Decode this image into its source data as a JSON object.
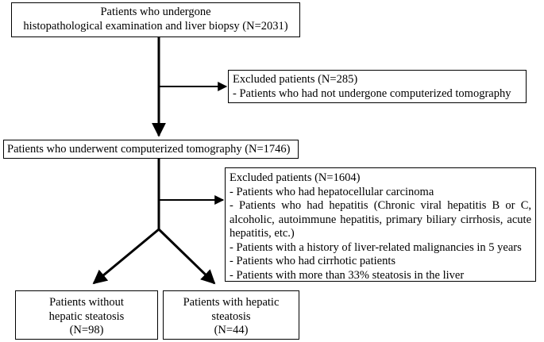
{
  "boxes": {
    "biopsy": {
      "lines": [
        "Patients who undergone",
        "histopathological examination and liver biopsy (N=2031)"
      ]
    },
    "excluded_first": {
      "lines": [
        "Excluded patients (N=285)",
        "- Patients who had not undergone computerized tomography"
      ]
    },
    "ct": {
      "lines": [
        "Patients who underwent computerized tomography (N=1746)"
      ]
    },
    "excluded_second": {
      "lines": [
        "Excluded patients (N=1604)",
        "- Patients who had hepatocellular carcinoma",
        "- Patients who had hepatitis (Chronic viral hepatitis B or C,",
        "alcoholic, autoimmune hepatitis, primary biliary cirrhosis, acute",
        "hepatitis, etc.)",
        "- Patients with a history of liver-related malignancies in 5 years",
        "- Patients who had cirrhotic patients",
        "- Patients with more than 33% steatosis in the liver"
      ]
    },
    "no_steatosis": {
      "lines": [
        "Patients without",
        "hepatic steatosis",
        "(N=98)"
      ]
    },
    "steatosis": {
      "lines": [
        "Patients with hepatic",
        "steatosis",
        "(N=44)"
      ]
    }
  }
}
